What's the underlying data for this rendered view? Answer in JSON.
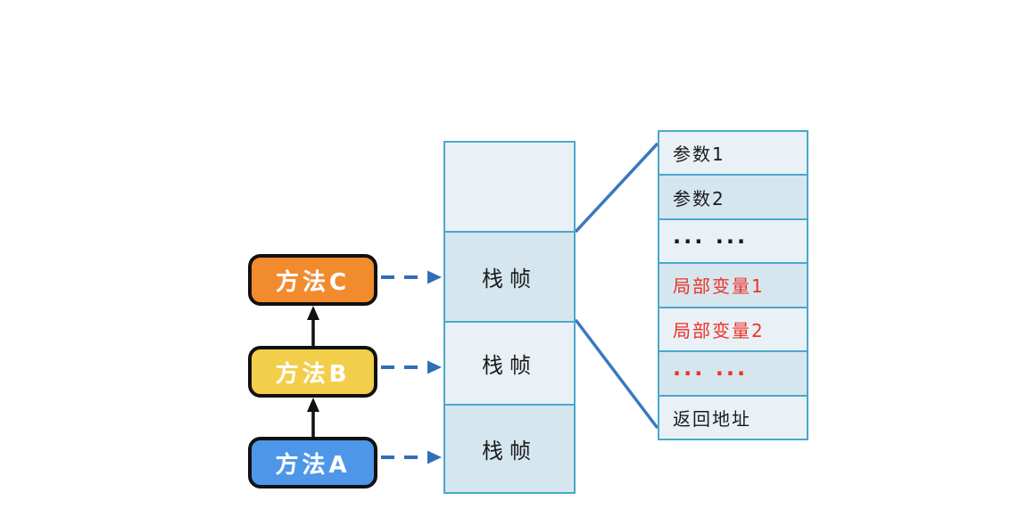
{
  "methods": [
    {
      "label": "方法C",
      "color": "#F28A2E"
    },
    {
      "label": "方法B",
      "color": "#F2CE4B"
    },
    {
      "label": "方法A",
      "color": "#4D96E8"
    }
  ],
  "stack": {
    "cells": [
      {
        "label": ""
      },
      {
        "label": "栈帧"
      },
      {
        "label": "栈帧"
      },
      {
        "label": "栈帧"
      }
    ]
  },
  "frame_detail": {
    "rows": [
      {
        "label": "参数1",
        "text_color": "#1A1A1A"
      },
      {
        "label": "参数2",
        "text_color": "#1A1A1A"
      },
      {
        "label": "··· ···",
        "text_color": "#1A1A1A"
      },
      {
        "label": "局部变量1",
        "text_color": "#EE3126"
      },
      {
        "label": "局部变量2",
        "text_color": "#EE3126"
      },
      {
        "label": "··· ···",
        "text_color": "#EE3126"
      },
      {
        "label": "返回地址",
        "text_color": "#1A1A1A"
      }
    ]
  },
  "palette": {
    "table_border": "#49A8CC",
    "cell_light": "#EAF1F6",
    "cell_dark": "#D6E6EE",
    "connector_blue": "#2F6FB5",
    "zoom_line_blue": "#3A78BD",
    "call_arrow_black": "#111111",
    "method_text": "#FFFFFF",
    "box_border": "#111111",
    "red_text": "#EE3126",
    "black_text": "#1A1A1A"
  }
}
